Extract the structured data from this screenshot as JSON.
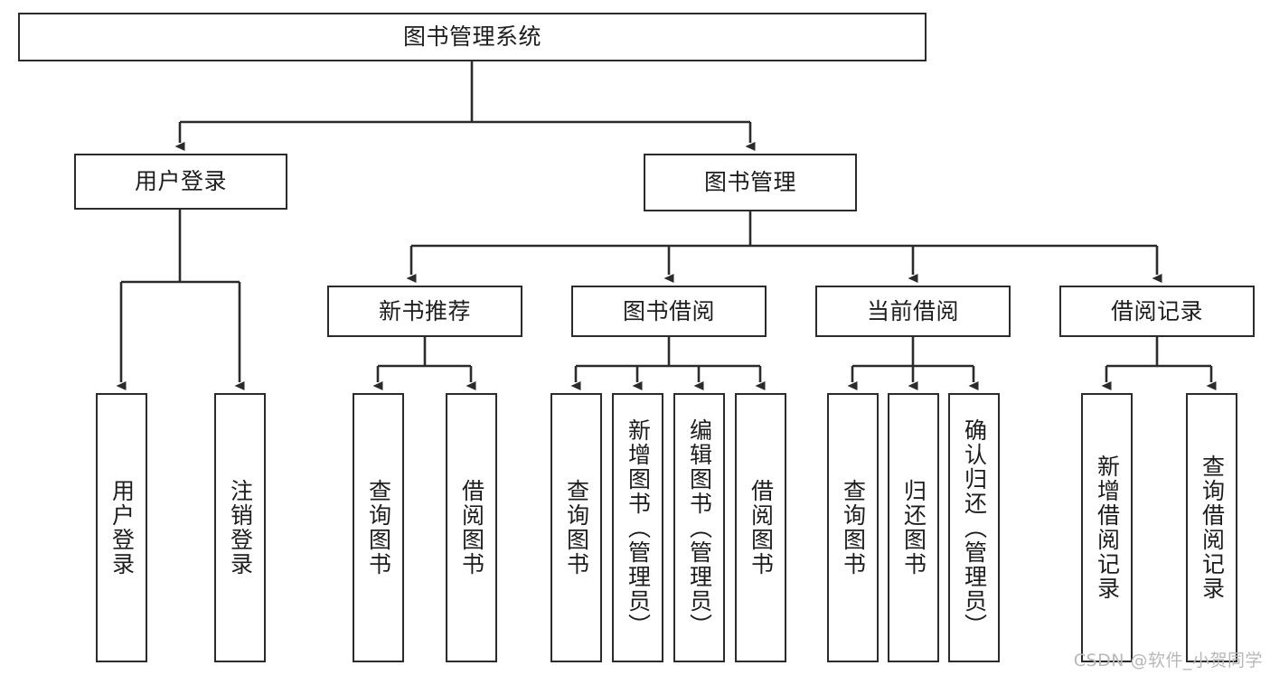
{
  "diagram": {
    "type": "tree-hierarchy",
    "title": "图书管理系统",
    "watermark": "CSDN @软件_小贺同学",
    "colors": {
      "border": "#2b2b2b",
      "background": "#ffffff",
      "text": "#1d1d1d",
      "connector": "#2b2b2b",
      "watermark": "#b8b8b8"
    },
    "nodes": {
      "root": {
        "label": "图书管理系统",
        "orientation": "horizontal"
      },
      "level2": [
        {
          "label": "用户登录",
          "orientation": "horizontal"
        },
        {
          "label": "图书管理",
          "orientation": "horizontal"
        }
      ],
      "level3": [
        {
          "label": "新书推荐",
          "orientation": "horizontal"
        },
        {
          "label": "图书借阅",
          "orientation": "horizontal"
        },
        {
          "label": "当前借阅",
          "orientation": "horizontal"
        },
        {
          "label": "借阅记录",
          "orientation": "horizontal"
        }
      ],
      "leaves": {
        "user_login": [
          {
            "label": "用户登录",
            "orientation": "vertical"
          },
          {
            "label": "注销登录",
            "orientation": "vertical"
          }
        ],
        "new_book_recommend": [
          {
            "label": "查询图书",
            "orientation": "vertical"
          },
          {
            "label": "借阅图书",
            "orientation": "vertical"
          }
        ],
        "book_borrow": [
          {
            "label": "查询图书",
            "orientation": "vertical"
          },
          {
            "label": "新增图书（管理员）",
            "orientation": "vertical"
          },
          {
            "label": "编辑图书（管理员）",
            "orientation": "vertical"
          },
          {
            "label": "借阅图书",
            "orientation": "vertical"
          }
        ],
        "current_borrow": [
          {
            "label": "查询图书",
            "orientation": "vertical"
          },
          {
            "label": "归还图书",
            "orientation": "vertical"
          },
          {
            "label": "确认归还（管理员）",
            "orientation": "vertical"
          }
        ],
        "borrow_record": [
          {
            "label": "新增借阅记录",
            "orientation": "vertical"
          },
          {
            "label": "查询借阅记录",
            "orientation": "vertical"
          }
        ]
      }
    }
  }
}
